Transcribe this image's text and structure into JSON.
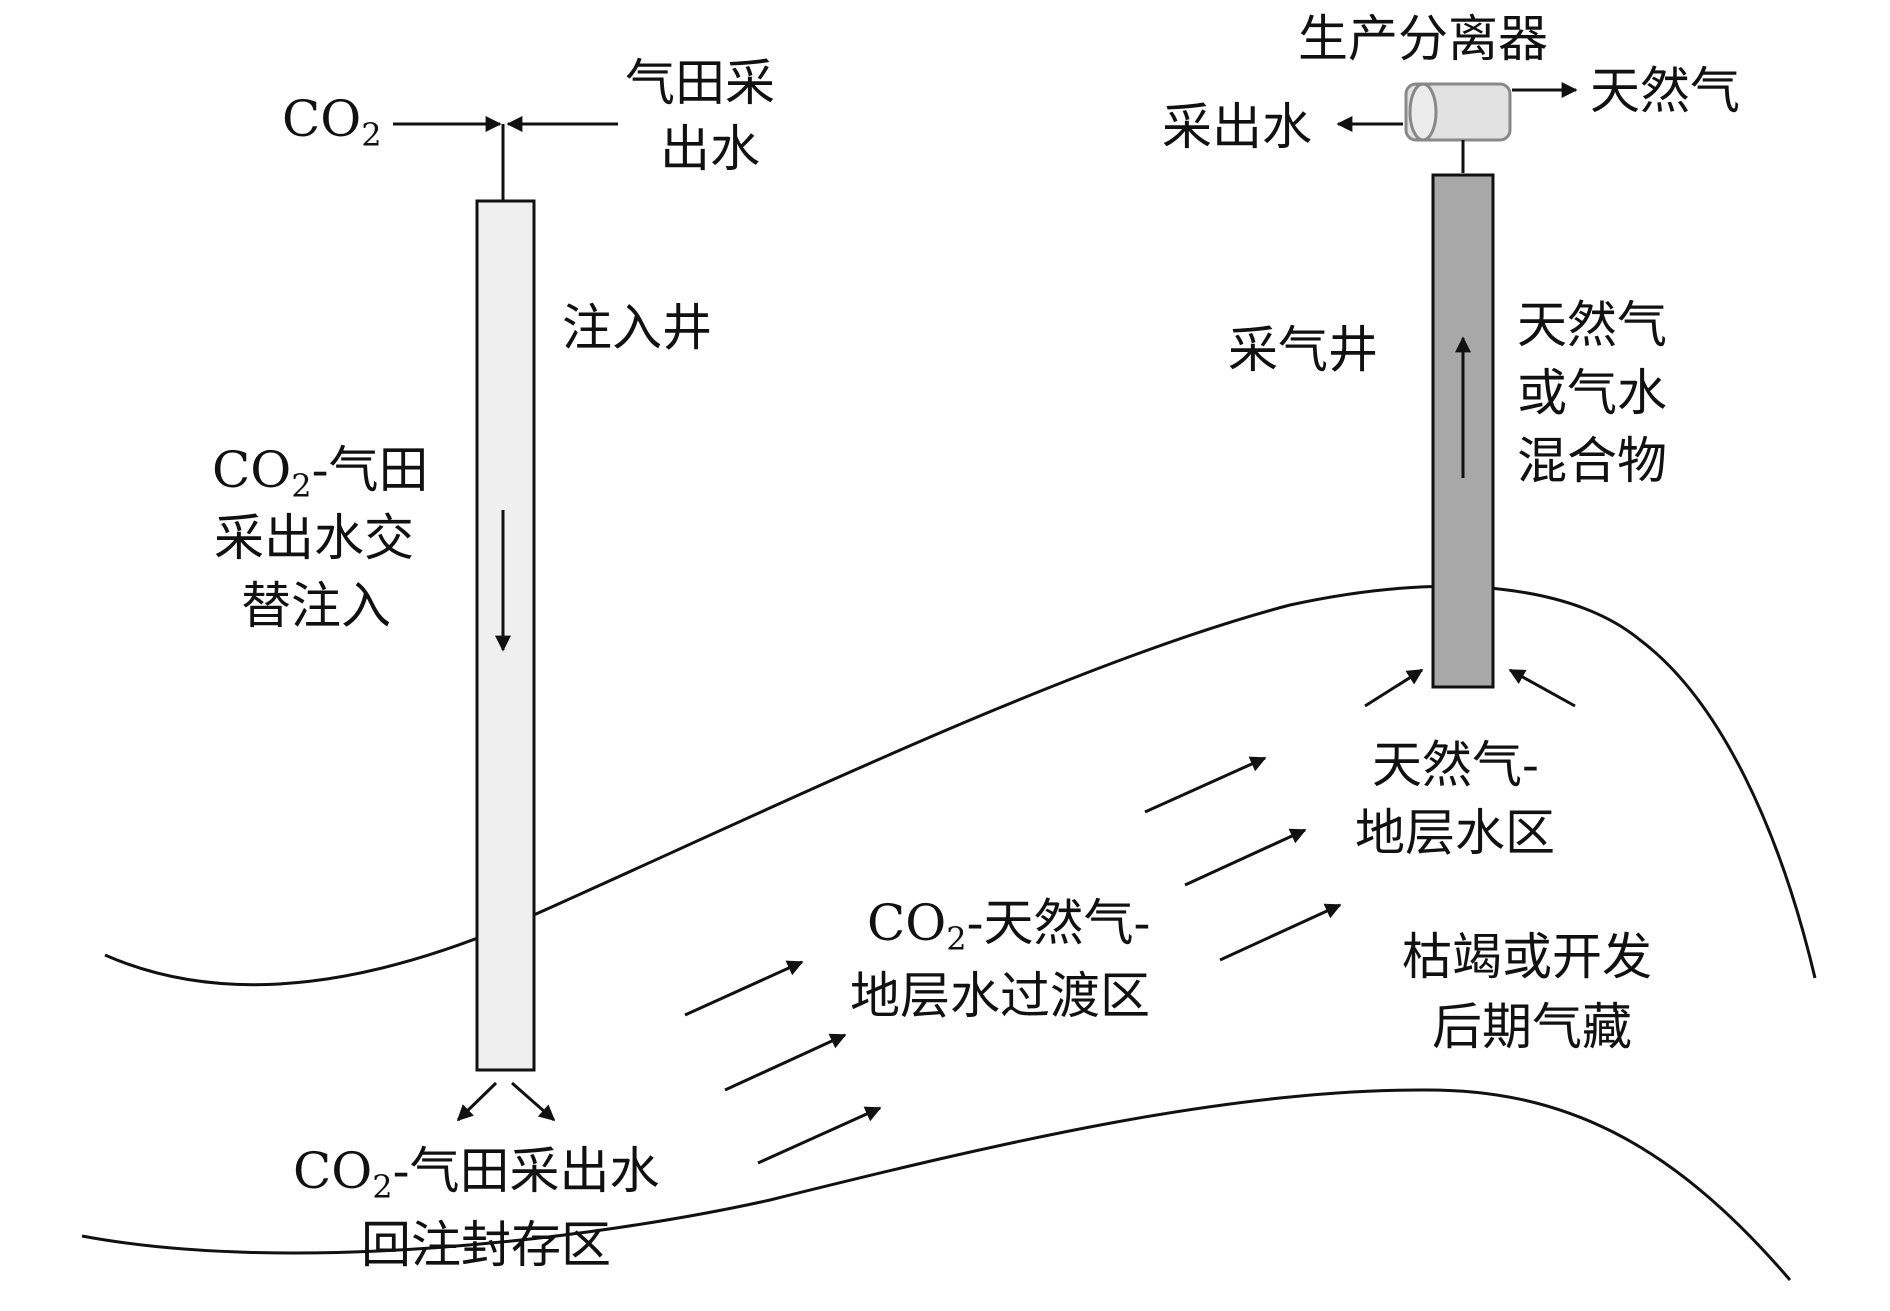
{
  "colors": {
    "ink": "#111111",
    "injection_well_fill": "#efefef",
    "production_well_fill": "#a8a8a8",
    "separator_fill": "#e2e2e2",
    "separator_stroke": "#888888"
  },
  "labels": {
    "co2_input": {
      "main": "CO",
      "sub": "2"
    },
    "field_water_input": [
      "气田采",
      "出水"
    ],
    "injection_well": "注入井",
    "alternating_injection": {
      "line1_main": "CO",
      "line1_sub": "2",
      "line1_rest": "-气田",
      "line2": "采出水交",
      "line3": "替注入"
    },
    "storage_zone": {
      "line1_main": "CO",
      "line1_sub": "2",
      "line1_rest": "-气田采出水",
      "line2": "回注封存区"
    },
    "transition_zone": {
      "line1_main": "CO",
      "line1_sub": "2",
      "line1_rest": "-天然气-",
      "line2": "地层水过渡区"
    },
    "separator": "生产分离器",
    "water_out": "采出水",
    "gas_out": "天然气",
    "production_well": "采气井",
    "well_fluid": [
      "天然气",
      "或气水",
      "混合物"
    ],
    "gas_water_zone": [
      "天然气-",
      "地层水区"
    ],
    "reservoir": [
      "枯竭或开发",
      "后期气藏"
    ]
  }
}
